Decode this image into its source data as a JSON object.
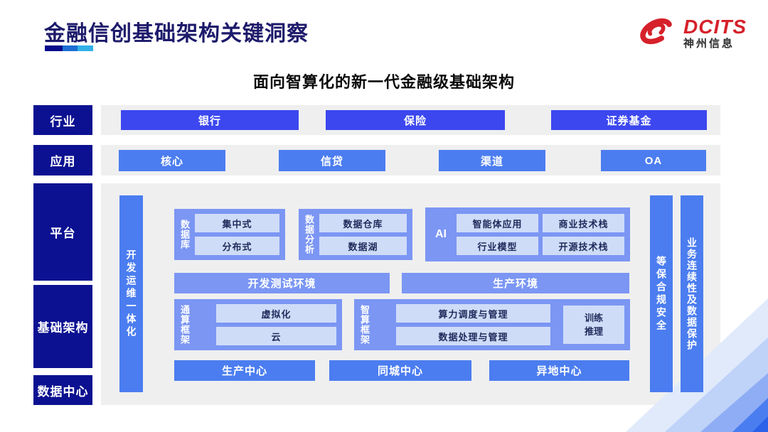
{
  "header": {
    "title": "金融信创基础架构关键洞察",
    "logo": {
      "brand": "DCITS",
      "company": "神州信息"
    }
  },
  "diagram": {
    "subtitle": "面向智算化的新一代金融级基础架构",
    "industry": {
      "label": "行业",
      "items": [
        "银行",
        "保险",
        "证券基金"
      ]
    },
    "application": {
      "label": "应用",
      "items": [
        "核心",
        "信贷",
        "渠道",
        "OA"
      ]
    },
    "platform": {
      "label": "平台",
      "devops_bar": "开发运维一体化",
      "database": {
        "label": "数据库",
        "items": [
          "集中式",
          "分布式"
        ]
      },
      "analytics": {
        "label": "数据分析",
        "items": [
          "数据仓库",
          "数据湖"
        ]
      },
      "ai": {
        "label": "AI",
        "items": [
          "智能体应用",
          "商业技术栈",
          "行业模型",
          "开源技术栈"
        ]
      },
      "environments": [
        "开发测试环境",
        "生产环境"
      ]
    },
    "infrastructure": {
      "label": "基础架构",
      "general_compute": {
        "label": "通算框架",
        "items": [
          "虚拟化",
          "云"
        ]
      },
      "ai_compute": {
        "label": "智算框架",
        "items": [
          "算力调度与管理",
          "数据处理与管理"
        ],
        "side_item": "训练\n推理"
      },
      "security_bar": "等保合规安全",
      "continuity_bar": "业务连续性及数据保护"
    },
    "datacenter": {
      "label": "数据中心",
      "items": [
        "生产中心",
        "同城中心",
        "异地中心"
      ]
    }
  },
  "colors": {
    "navy": "#0c1191",
    "primary_blue": "#3c47ef",
    "medium_blue": "#4b7df0",
    "group_blue": "#7b96f3",
    "light_chip": "#cfdcf8",
    "title_navy": "#1d1a6b",
    "logo_red": "#d6212b",
    "panel_gray": "#efeff0"
  }
}
